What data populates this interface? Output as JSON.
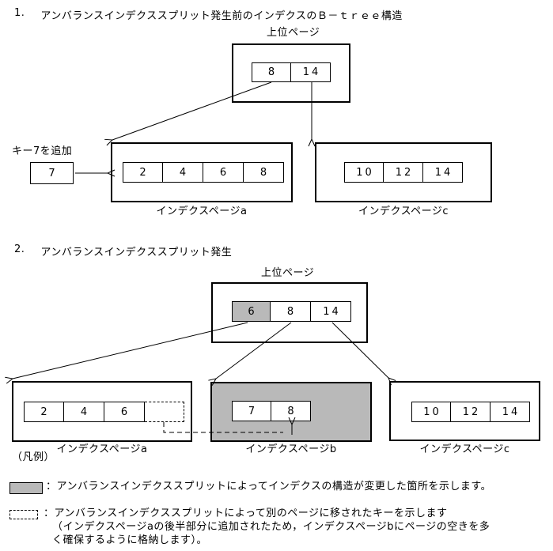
{
  "colors": {
    "highlight_gray": "#b9b9b9",
    "line": "#000000",
    "background": "#ffffff"
  },
  "section1": {
    "heading_number": "1.",
    "heading": "アンバランスインデクススプリット発生前のインデクスのＢ－ｔｒｅｅ構造",
    "upper_page": {
      "label": "上位ページ",
      "cells": [
        "8",
        "14"
      ]
    },
    "key_add": {
      "label": "キー7を追加",
      "value": "7"
    },
    "page_a": {
      "label": "インデクスページa",
      "cells": [
        "2",
        "4",
        "6",
        "8"
      ]
    },
    "page_c": {
      "label": "インデクスページc",
      "cells": [
        "10",
        "12",
        "14"
      ]
    }
  },
  "section2": {
    "heading_number": "2.",
    "heading": "アンバランスインデクススプリット発生",
    "upper_page": {
      "label": "上位ページ",
      "cells": [
        "6",
        "8",
        "14"
      ],
      "highlighted_cell": "6"
    },
    "page_a": {
      "label": "インデクスページa",
      "cells": [
        "2",
        "4",
        "6"
      ],
      "moved_key_slot": "dashed-empty"
    },
    "page_b": {
      "label": "インデクスページb",
      "cells": [
        "7",
        "8"
      ],
      "highlighted": true
    },
    "page_c": {
      "label": "インデクスページc",
      "cells": [
        "10",
        "12",
        "14"
      ]
    }
  },
  "legend": {
    "caption": "（凡例）",
    "gray_item": {
      "text": "：アンバランスインデクススプリットによってインデクスの構造が変更した箇所を示します。"
    },
    "dashed_item": {
      "line1": "：アンバランスインデクススプリットによって別のページに移されたキーを示します",
      "line2": "（インデクスページaの後半部分に追加されたため，インデクスページbにページの空きを多",
      "line3": "く確保するように格納します）。"
    }
  }
}
